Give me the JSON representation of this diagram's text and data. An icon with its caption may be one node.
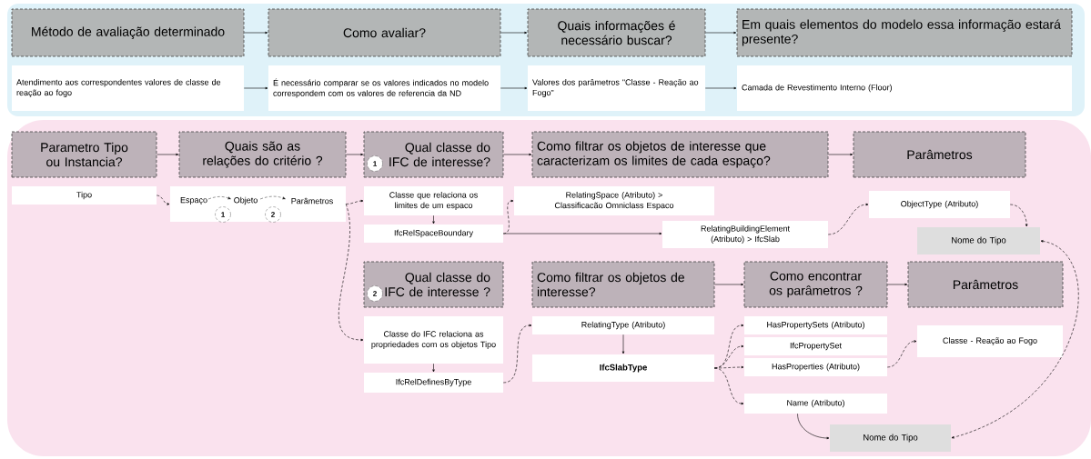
{
  "diagram": {
    "nodes": [
      {
        "text": [],
        "shape": "box"
      },
      {
        "text": [],
        "shape": "box"
      },
      {
        "text": [
          "Método de avaliação determinado"
        ],
        "in": 0
      },
      {
        "text": [
          "Como avaliar?"
        ],
        "in": 0
      },
      {
        "text": [
          "Quais informações é necessário buscar?"
        ],
        "in": 0
      },
      {
        "text": [
          "Em quais elementos do modelo essa informação estará presente?"
        ],
        "in": 0
      },
      {
        "text": [
          "Atendimento aos correspondentes valores de classe de reação ao fogo"
        ],
        "in": 0
      },
      {
        "text": [
          "É necessário comparar se os valores indicados no modelo correspondem com os valores de referencia da ND"
        ],
        "in": 0
      },
      {
        "text": [
          "Valores dos parâmetros \"Classe - Reação ao Fogo\""
        ],
        "in": 0
      },
      {
        "text": [
          "Camada de Revestimento Interno (Floor)"
        ],
        "in": 0
      },
      {
        "text": [
          "Parametro Tipo ou Instancia?"
        ],
        "in": 1
      },
      {
        "text": [
          "Quais são as relações do critério ?"
        ],
        "in": 1
      },
      {
        "text": [
          "Qual classe do IFC de interesse?"
        ],
        "in": 1
      },
      {
        "text": [
          "Como filtrar os objetos de interesse que caracterizam os limites de cada espaço?"
        ],
        "in": 1
      },
      {
        "text": [
          "Parâmetros"
        ],
        "in": 1
      },
      {
        "text": [
          "Tipo"
        ],
        "in": 1
      },
      {
        "text": [
          "Espaço",
          "Objeto",
          "Parâmetros"
        ],
        "in": 1
      },
      {
        "text": [
          "Classe que relaciona os limites de um espaco"
        ],
        "in": 1
      },
      {
        "text": [
          "IfcRelSpaceBoundary"
        ],
        "in": 1
      },
      {
        "text": [
          "RelatingSpace (Atributo) > Classificacão Omniclass Espaco"
        ],
        "in": 1
      },
      {
        "text": [
          "RelatingBuildingElement (Atributo) > IfcSlab"
        ],
        "in": 1
      },
      {
        "text": [
          "ObjectType (Atributo)"
        ],
        "in": 1
      },
      {
        "text": [
          "Nome do Tipo"
        ],
        "in": 1
      },
      {
        "text": [
          "Qual classe do IFC de interesse ?"
        ],
        "in": 1
      },
      {
        "text": [
          "Como filtrar os objetos de interesse?"
        ],
        "in": 1
      },
      {
        "text": [
          "Como encontrar os parâmetros ?"
        ],
        "in": 1
      },
      {
        "text": [
          "Parâmetros"
        ],
        "in": 1
      },
      {
        "text": [
          "Classe do IFC relaciona as propriedades com os objetos Tipo"
        ],
        "in": 1
      },
      {
        "text": [
          "IfcRelDefinesByType"
        ],
        "in": 1
      },
      {
        "text": [
          "RelatingType (Atributo)"
        ],
        "in": 1
      },
      {
        "text": [
          "IfcSlabType"
        ],
        "in": 1
      },
      {
        "text": [
          "HasPropertySets (Atributo)"
        ],
        "in": 1
      },
      {
        "text": [
          "IfcPropertySet"
        ],
        "in": 1
      },
      {
        "text": [
          "HasProperties (Atributo)"
        ],
        "in": 1
      },
      {
        "text": [
          "Classe - Reação ao Fogo"
        ],
        "in": 1
      },
      {
        "text": [
          "Name (Atributo)"
        ],
        "in": 1
      },
      {
        "text": [
          "Nome do Tipo"
        ],
        "in": 1
      },
      {
        "text": [
          "1"
        ],
        "in": 12
      },
      {
        "text": [
          "1"
        ],
        "in": 16
      },
      {
        "text": [
          "2"
        ],
        "in": 16
      },
      {
        "text": [
          "2"
        ],
        "in": 23
      }
    ],
    "edges": [
      {
        "from": 2,
        "to": 3,
        "arrow": "to"
      },
      {
        "from": 3,
        "to": 4,
        "arrow": "to"
      },
      {
        "from": 4,
        "to": 5,
        "arrow": "to"
      },
      {
        "from": 6,
        "to": 7,
        "arrow": "to"
      },
      {
        "from": 7,
        "to": 8,
        "arrow": "to"
      },
      {
        "from": 8,
        "to": 9,
        "arrow": "to"
      },
      {
        "from": 10,
        "to": 11,
        "arrow": "to"
      },
      {
        "from": 11,
        "to": 12,
        "arrow": "to"
      },
      {
        "from": 12,
        "to": 13,
        "arrow": "to"
      },
      {
        "from": 13,
        "to": 14,
        "arrow": "to"
      },
      {
        "from": 24,
        "to": 25,
        "arrow": "to"
      },
      {
        "from": 25,
        "to": 26,
        "arrow": "to"
      },
      {
        "from": 15,
        "to": 16,
        "arrow": "to",
        "style": "dashed"
      },
      {
        "from": 16,
        "to": 17,
        "arrow": "to",
        "style": "dashed"
      },
      {
        "from": 16,
        "to": 27,
        "arrow": "to",
        "style": "dashed"
      },
      {
        "from": 17,
        "to": 18,
        "arrow": "to"
      },
      {
        "from": 18,
        "to": 19,
        "arrow": "to",
        "style": "dashed"
      },
      {
        "from": 18,
        "to": 20,
        "arrow": "to"
      },
      {
        "from": 20,
        "to": 21,
        "arrow": "to",
        "style": "dashed"
      },
      {
        "from": 21,
        "to": 22,
        "arrow": "to",
        "style": "dashed"
      },
      {
        "from": 27,
        "to": 28,
        "arrow": "to"
      },
      {
        "from": 28,
        "to": 29,
        "arrow": "to",
        "style": "dashed"
      },
      {
        "from": 29,
        "to": 30,
        "arrow": "to"
      },
      {
        "from": 30,
        "to": 31,
        "arrow": "to",
        "style": "dashed"
      },
      {
        "from": 30,
        "to": 32,
        "arrow": "to",
        "style": "dashed"
      },
      {
        "from": 30,
        "to": 33,
        "arrow": "to",
        "style": "dashed"
      },
      {
        "from": 30,
        "to": 35,
        "arrow": "to",
        "style": "dashed"
      },
      {
        "from": 33,
        "to": 34,
        "arrow": "to",
        "style": "dashed"
      },
      {
        "from": 35,
        "to": 36,
        "arrow": "to"
      },
      {
        "from": 22,
        "to": 36,
        "arrow": "both",
        "style": "dashed"
      }
    ]
  }
}
